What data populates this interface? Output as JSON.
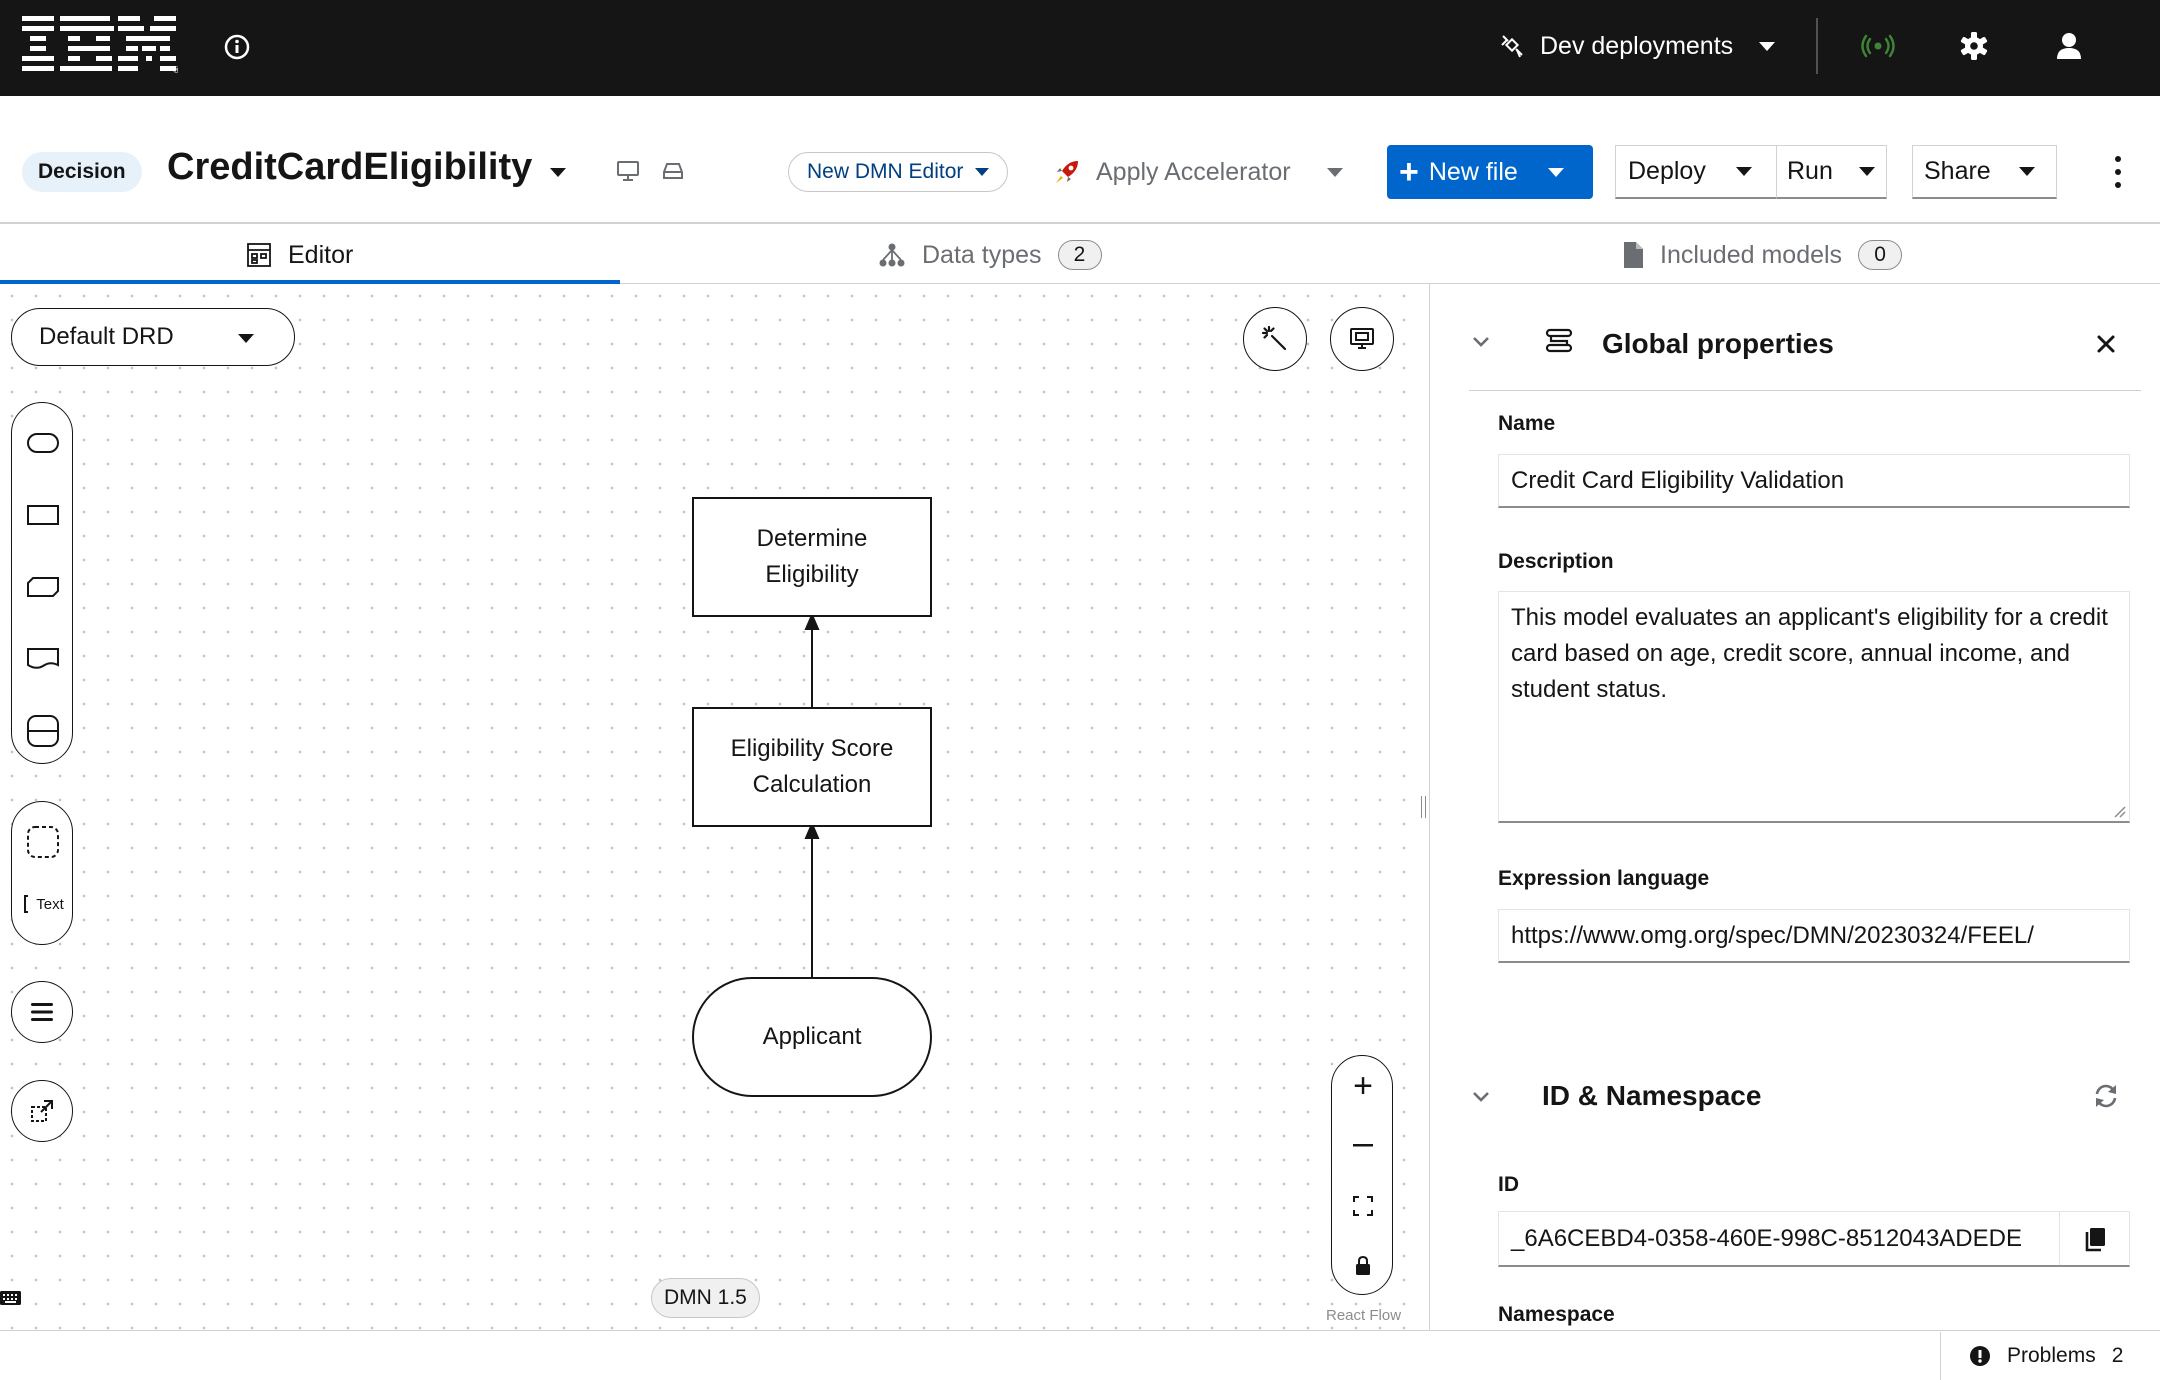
{
  "masthead": {
    "brand": "IBM",
    "deployments_label": "Dev deployments"
  },
  "header": {
    "badge": "Decision",
    "title": "CreditCardEligibility",
    "editor_mode": "New DMN Editor",
    "accelerator": "Apply Accelerator",
    "new_file": "New file",
    "deploy": "Deploy",
    "run": "Run",
    "share": "Share"
  },
  "tabs": [
    {
      "label": "Editor",
      "active": true
    },
    {
      "label": "Data types",
      "count": "2"
    },
    {
      "label": "Included models",
      "count": "0"
    }
  ],
  "canvas": {
    "drd_select": "Default DRD",
    "dmn_version": "DMN 1.5",
    "react_flow": "React Flow",
    "text_tool": "Text",
    "nodes": [
      {
        "type": "decision",
        "line1": "Determine",
        "line2": "Eligibility"
      },
      {
        "type": "decision",
        "line1": "Eligibility Score",
        "line2": "Calculation"
      },
      {
        "type": "input-data",
        "line1": "Applicant"
      }
    ]
  },
  "properties": {
    "global_title": "Global properties",
    "name_label": "Name",
    "name_value": "Credit Card Eligibility Validation",
    "description_label": "Description",
    "description_value": "This model evaluates an applicant's eligibility for a credit card based on age, credit score, annual income, and student status.",
    "expression_label": "Expression language",
    "expression_value": "https://www.omg.org/spec/DMN/20230324/FEEL/",
    "id_section_title": "ID & Namespace",
    "id_label": "ID",
    "id_value": "_6A6CEBD4-0358-460E-998C-8512043ADEDE",
    "namespace_label": "Namespace"
  },
  "status_bar": {
    "problems_label": "Problems",
    "problems_count": "2"
  },
  "colors": {
    "masthead": "#151515",
    "primary": "#0066cc",
    "badge_bg": "#e7f1fa",
    "connected": "#3e8635"
  }
}
